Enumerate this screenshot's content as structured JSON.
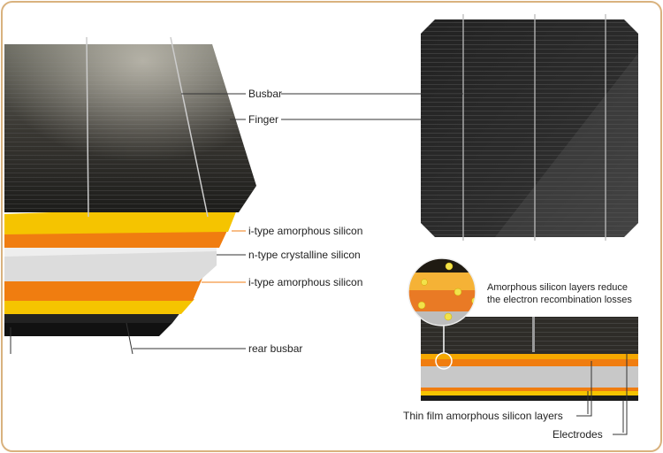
{
  "labels": {
    "busbar": "Busbar",
    "finger": "Finger",
    "i_type_top": "i-type amorphous silicon",
    "n_type": "n-type crystalline silicon",
    "i_type_bottom": "i-type amorphous silicon",
    "rear_busbar": "rear busbar",
    "recombination_line1": "Amorphous silicon layers reduce",
    "recombination_line2": "the electron recombination losses",
    "thin_film": "Thin film amorphous silicon layers",
    "electrodes": "Electrodes"
  },
  "colors": {
    "frame": "#d9b27e",
    "yellow": "#f5c400",
    "orange": "#f07d10",
    "silicon": "#d8d8d8",
    "cell": "#2a2a26"
  }
}
